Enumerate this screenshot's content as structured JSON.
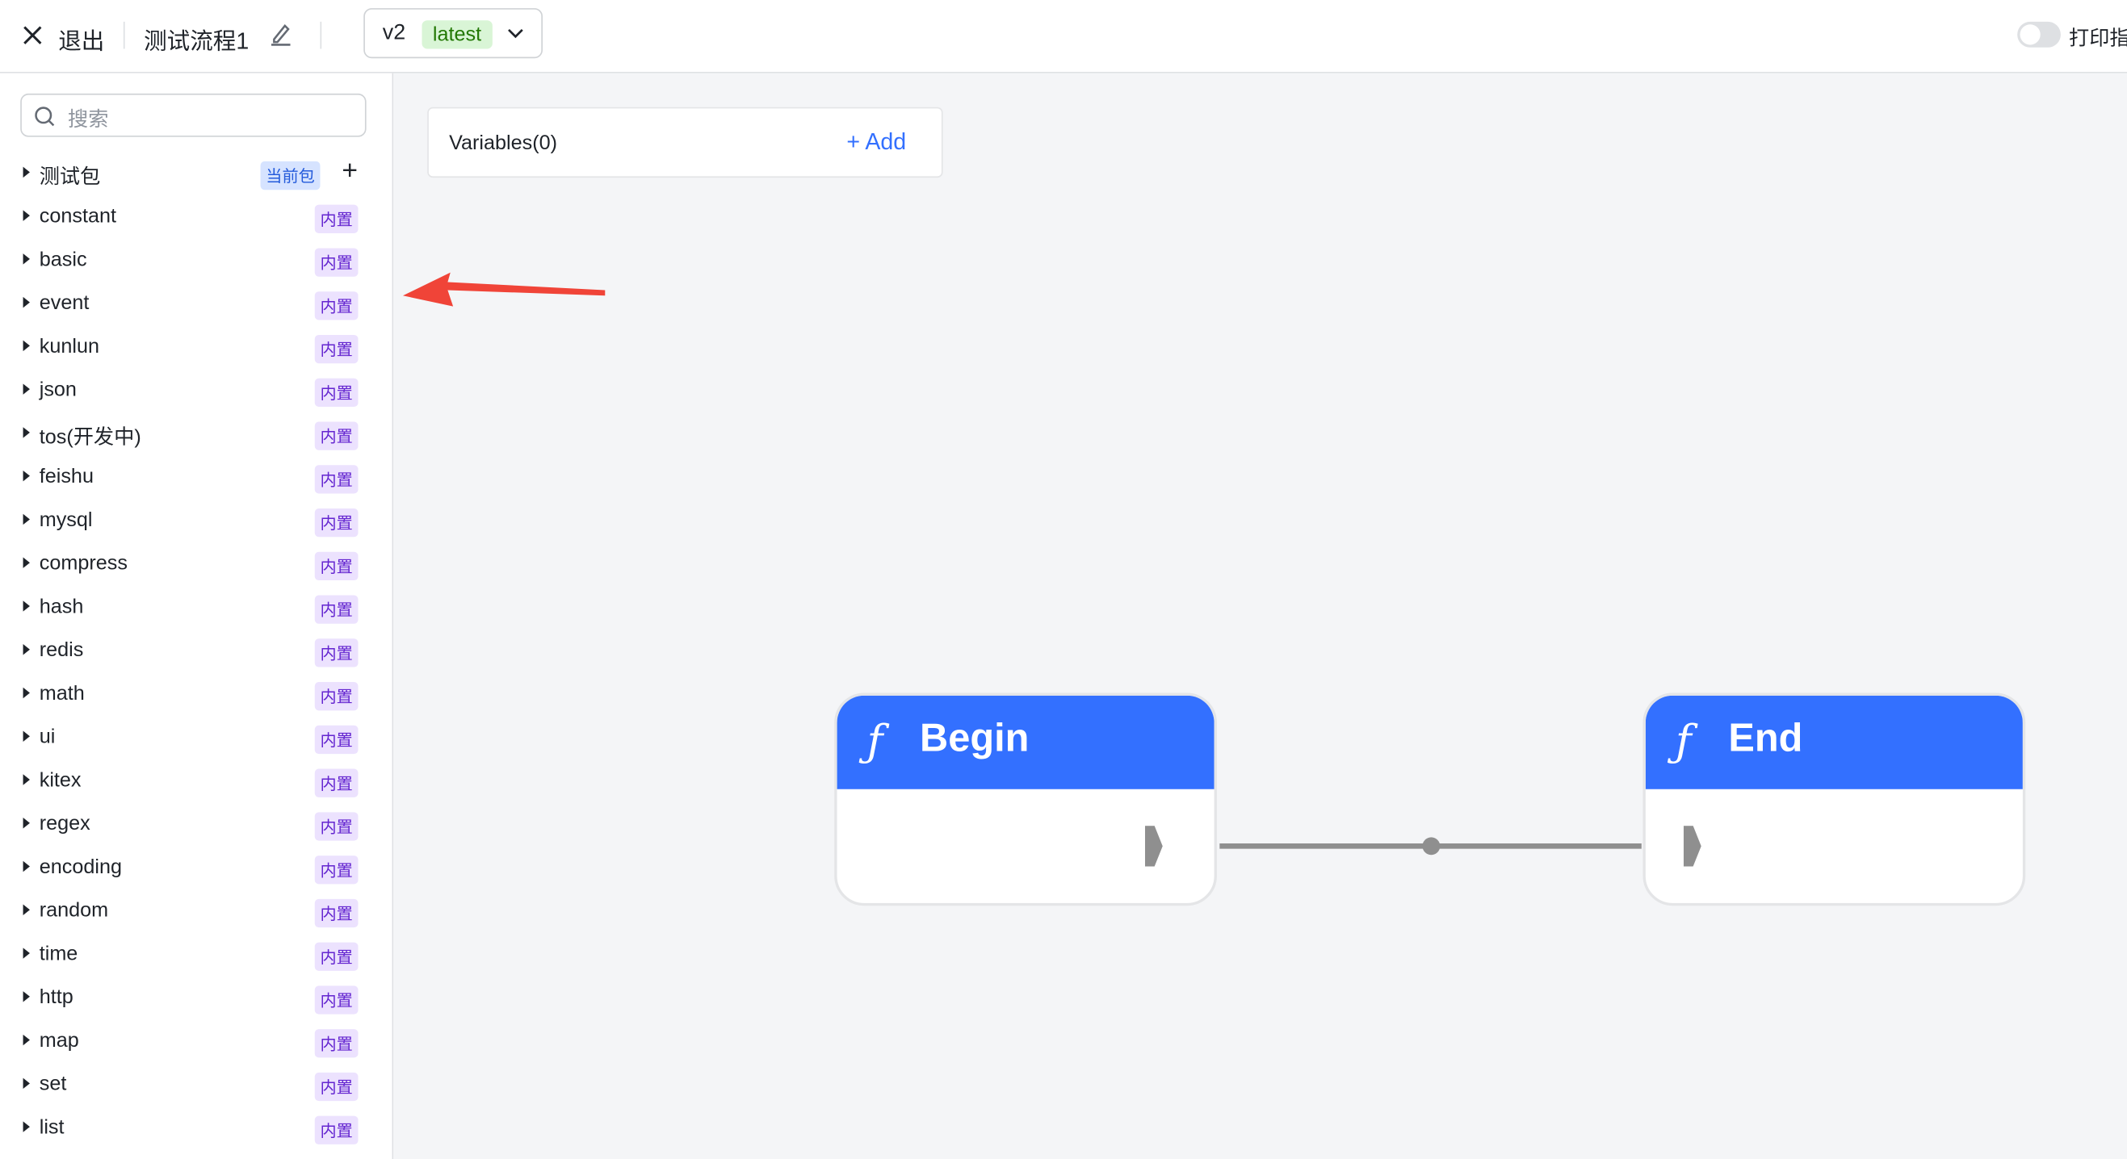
{
  "header": {
    "exit_label": "退出",
    "flow_name": "测试流程1",
    "version": "v2",
    "version_tag": "latest",
    "toggle_label": "打印指",
    "toggle_on": false
  },
  "sidebar": {
    "search_placeholder": "搜索",
    "current_package": {
      "label": "测试包",
      "tag": "当前包"
    },
    "items": [
      {
        "label": "constant",
        "tag": "内置"
      },
      {
        "label": "basic",
        "tag": "内置"
      },
      {
        "label": "event",
        "tag": "内置"
      },
      {
        "label": "kunlun",
        "tag": "内置"
      },
      {
        "label": "json",
        "tag": "内置"
      },
      {
        "label": "tos(开发中)",
        "tag": "内置"
      },
      {
        "label": "feishu",
        "tag": "内置"
      },
      {
        "label": "mysql",
        "tag": "内置"
      },
      {
        "label": "compress",
        "tag": "内置"
      },
      {
        "label": "hash",
        "tag": "内置"
      },
      {
        "label": "redis",
        "tag": "内置"
      },
      {
        "label": "math",
        "tag": "内置"
      },
      {
        "label": "ui",
        "tag": "内置"
      },
      {
        "label": "kitex",
        "tag": "内置"
      },
      {
        "label": "regex",
        "tag": "内置"
      },
      {
        "label": "encoding",
        "tag": "内置"
      },
      {
        "label": "random",
        "tag": "内置"
      },
      {
        "label": "time",
        "tag": "内置"
      },
      {
        "label": "http",
        "tag": "内置"
      },
      {
        "label": "map",
        "tag": "内置"
      },
      {
        "label": "set",
        "tag": "内置"
      },
      {
        "label": "list",
        "tag": "内置"
      }
    ]
  },
  "canvas": {
    "variables_label": "Variables(0)",
    "add_label": "Add",
    "nodes": [
      {
        "icon": "ƒ",
        "title": "Begin"
      },
      {
        "icon": "ƒ",
        "title": "End"
      }
    ]
  },
  "colors": {
    "accent": "#3370ff",
    "builtin_tag": "#6425d0",
    "annotation_arrow": "#f04438"
  }
}
